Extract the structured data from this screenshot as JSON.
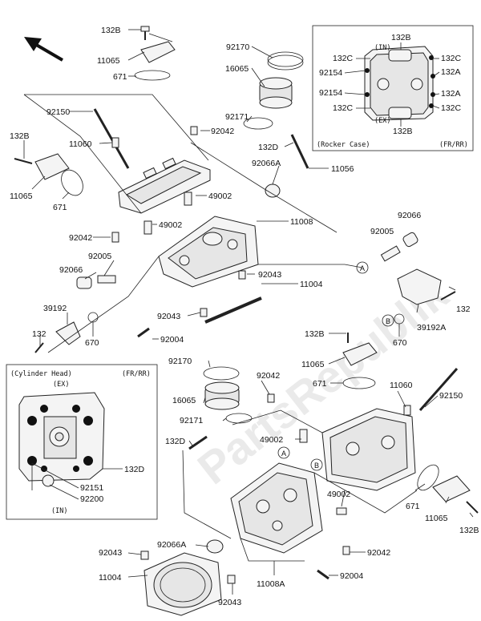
{
  "watermark": "PartsRepublik",
  "insets": {
    "rocker_case": {
      "title": "(Rocker Case)",
      "variant": "(FR/RR)",
      "in": "(IN)",
      "ex": "(EX)"
    },
    "cylinder_head": {
      "title": "(Cylinder Head)",
      "variant": "(FR/RR)",
      "in": "(IN)",
      "ex": "(EX)"
    }
  },
  "callouts": {
    "a": "A",
    "b": "B"
  },
  "labels": {
    "l_132B_top": "132B",
    "l_11065_top": "11065",
    "l_671_top": "671",
    "l_92170_top": "92170",
    "l_16065_top": "16065",
    "l_92171_top": "92171",
    "l_92042_top": "92042",
    "l_132D_top": "132D",
    "l_92066A_top": "92066A",
    "l_11056": "11056",
    "l_92150_top": "92150",
    "l_11060_top": "11060",
    "l_132B_left": "132B",
    "l_11065_left": "11065",
    "l_671_left": "671",
    "l_49002_a": "49002",
    "l_49002_b": "49002",
    "l_11008": "11008",
    "l_92066_right": "92066",
    "l_92005_right": "92005",
    "l_92042_left": "92042",
    "l_92005_left": "92005",
    "l_92066_left": "92066",
    "l_92043_a": "92043",
    "l_11004_top": "11004",
    "l_132_right": "132",
    "l_39192A": "39192A",
    "l_670_right": "670",
    "l_39192": "39192",
    "l_132_left": "132",
    "l_670_left": "670",
    "l_92043_b": "92043",
    "l_92004_top": "92004",
    "l_132B_mid": "132B",
    "l_11065_mid": "11065",
    "l_671_mid": "671",
    "l_11060_mid": "11060",
    "l_92150_mid": "92150",
    "l_92170_bot": "92170",
    "l_92042_mid": "92042",
    "l_16065_bot": "16065",
    "l_92171_bot": "92171",
    "l_49002_c": "49002",
    "l_132D_bot": "132D",
    "l_49002_d": "49002",
    "l_671_bot": "671",
    "l_11065_bot": "11065",
    "l_132B_bot": "132B",
    "l_92066A_bot": "92066A",
    "l_92043_c": "92043",
    "l_92042_bot": "92042",
    "l_11004_bot": "11004",
    "l_92004_bot": "92004",
    "l_11008A": "11008A",
    "l_92043_d": "92043",
    "r_132B_t": "132B",
    "r_132C_1": "132C",
    "r_132C_2": "132C",
    "r_92154_1": "92154",
    "r_132A_1": "132A",
    "r_92154_2": "92154",
    "r_132A_2": "132A",
    "r_132C_3": "132C",
    "r_132C_4": "132C",
    "r_132B_b": "132B",
    "c_132D": "132D",
    "c_92151": "92151",
    "c_92200": "92200"
  }
}
